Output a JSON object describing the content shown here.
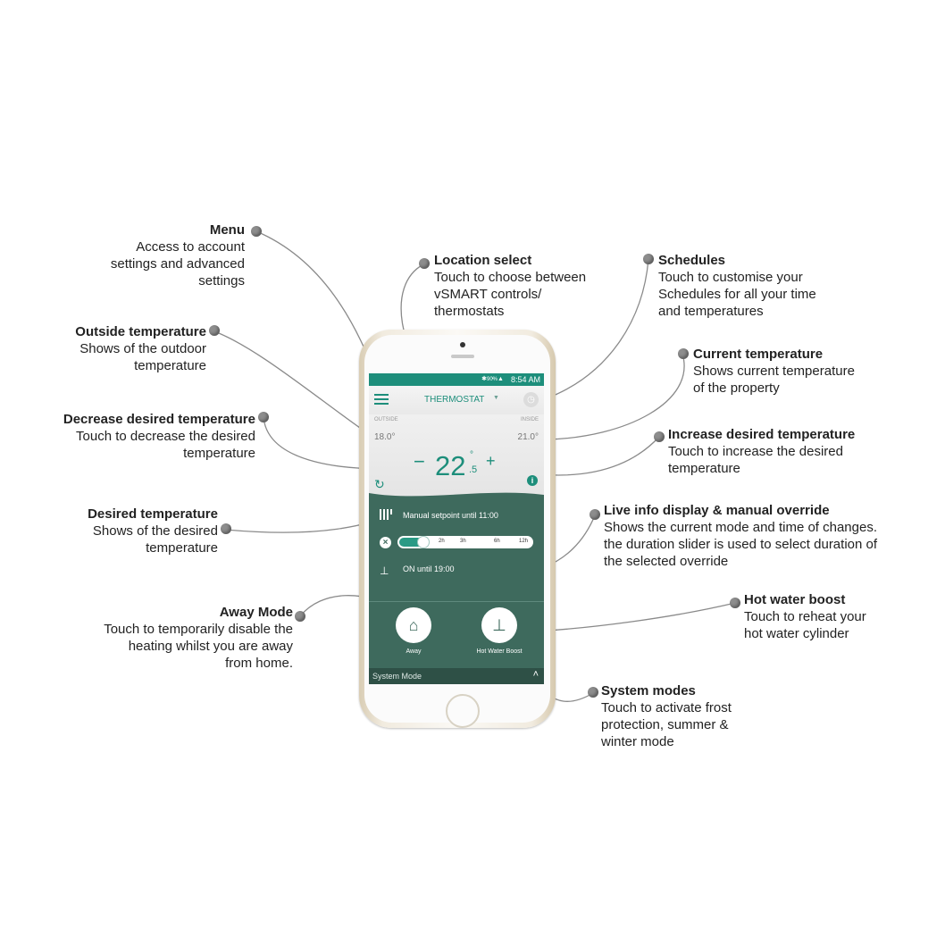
{
  "callouts": {
    "menu": {
      "title": "Menu",
      "desc": "Access to account\nsettings and advanced\nsettings"
    },
    "location": {
      "title": "Location select",
      "desc": "Touch to choose between\nvSMART controls/\nthermostats"
    },
    "schedules": {
      "title": "Schedules",
      "desc": "Touch to customise your\nSchedules for all your time\nand temperatures"
    },
    "outside": {
      "title": "Outside temperature",
      "desc": "Shows of the outdoor\ntemperature"
    },
    "current": {
      "title": "Current temperature",
      "desc": "Shows current temperature\nof the property"
    },
    "decrease": {
      "title": "Decrease desired temperature",
      "desc": "Touch to decrease the desired\ntemperature"
    },
    "increase": {
      "title": "Increase desired temperature",
      "desc": "Touch to increase the desired\ntemperature"
    },
    "desired": {
      "title": "Desired temperature",
      "desc": "Shows of the desired\ntemperature"
    },
    "live": {
      "title": "Live info display & manual override",
      "desc": "Shows the current mode and time of changes.\nthe duration slider is used to select duration of\nthe selected override"
    },
    "away": {
      "title": "Away Mode",
      "desc": "Touch to temporarily disable the\nheating whilst you are away\nfrom home."
    },
    "hotwater": {
      "title": "Hot water boost",
      "desc": "Touch to reheat your\nhot water cylinder"
    },
    "systemmodes": {
      "title": "System modes",
      "desc": "Touch to activate frost\nprotection, summer &\nwinter mode"
    }
  },
  "app": {
    "status": {
      "time": "8:54 AM",
      "battery": "90%"
    },
    "location": "THERMOSTAT",
    "outside_label": "OUTSIDE",
    "outside_temp": "18.0°",
    "inside_label": "INSIDE",
    "inside_temp": "21.0°",
    "minus": "−",
    "plus": "+",
    "setpoint_main": "22",
    "setpoint_decimal": ".5",
    "setpoint_degree": "°",
    "manual_text": "Manual setpoint until 11:00",
    "slider": {
      "ticks": [
        "2h",
        "3h",
        "6h",
        "12h"
      ],
      "fill_fraction": 0.18
    },
    "hotwater_status": "ON until 19:00",
    "away_label": "Away",
    "hotwater_label": "Hot Water Boost",
    "system_mode": "System Mode"
  },
  "colors": {
    "accent": "#1d8e7b",
    "panel": "#3e6a5d",
    "dot": "#8d8d8d"
  }
}
